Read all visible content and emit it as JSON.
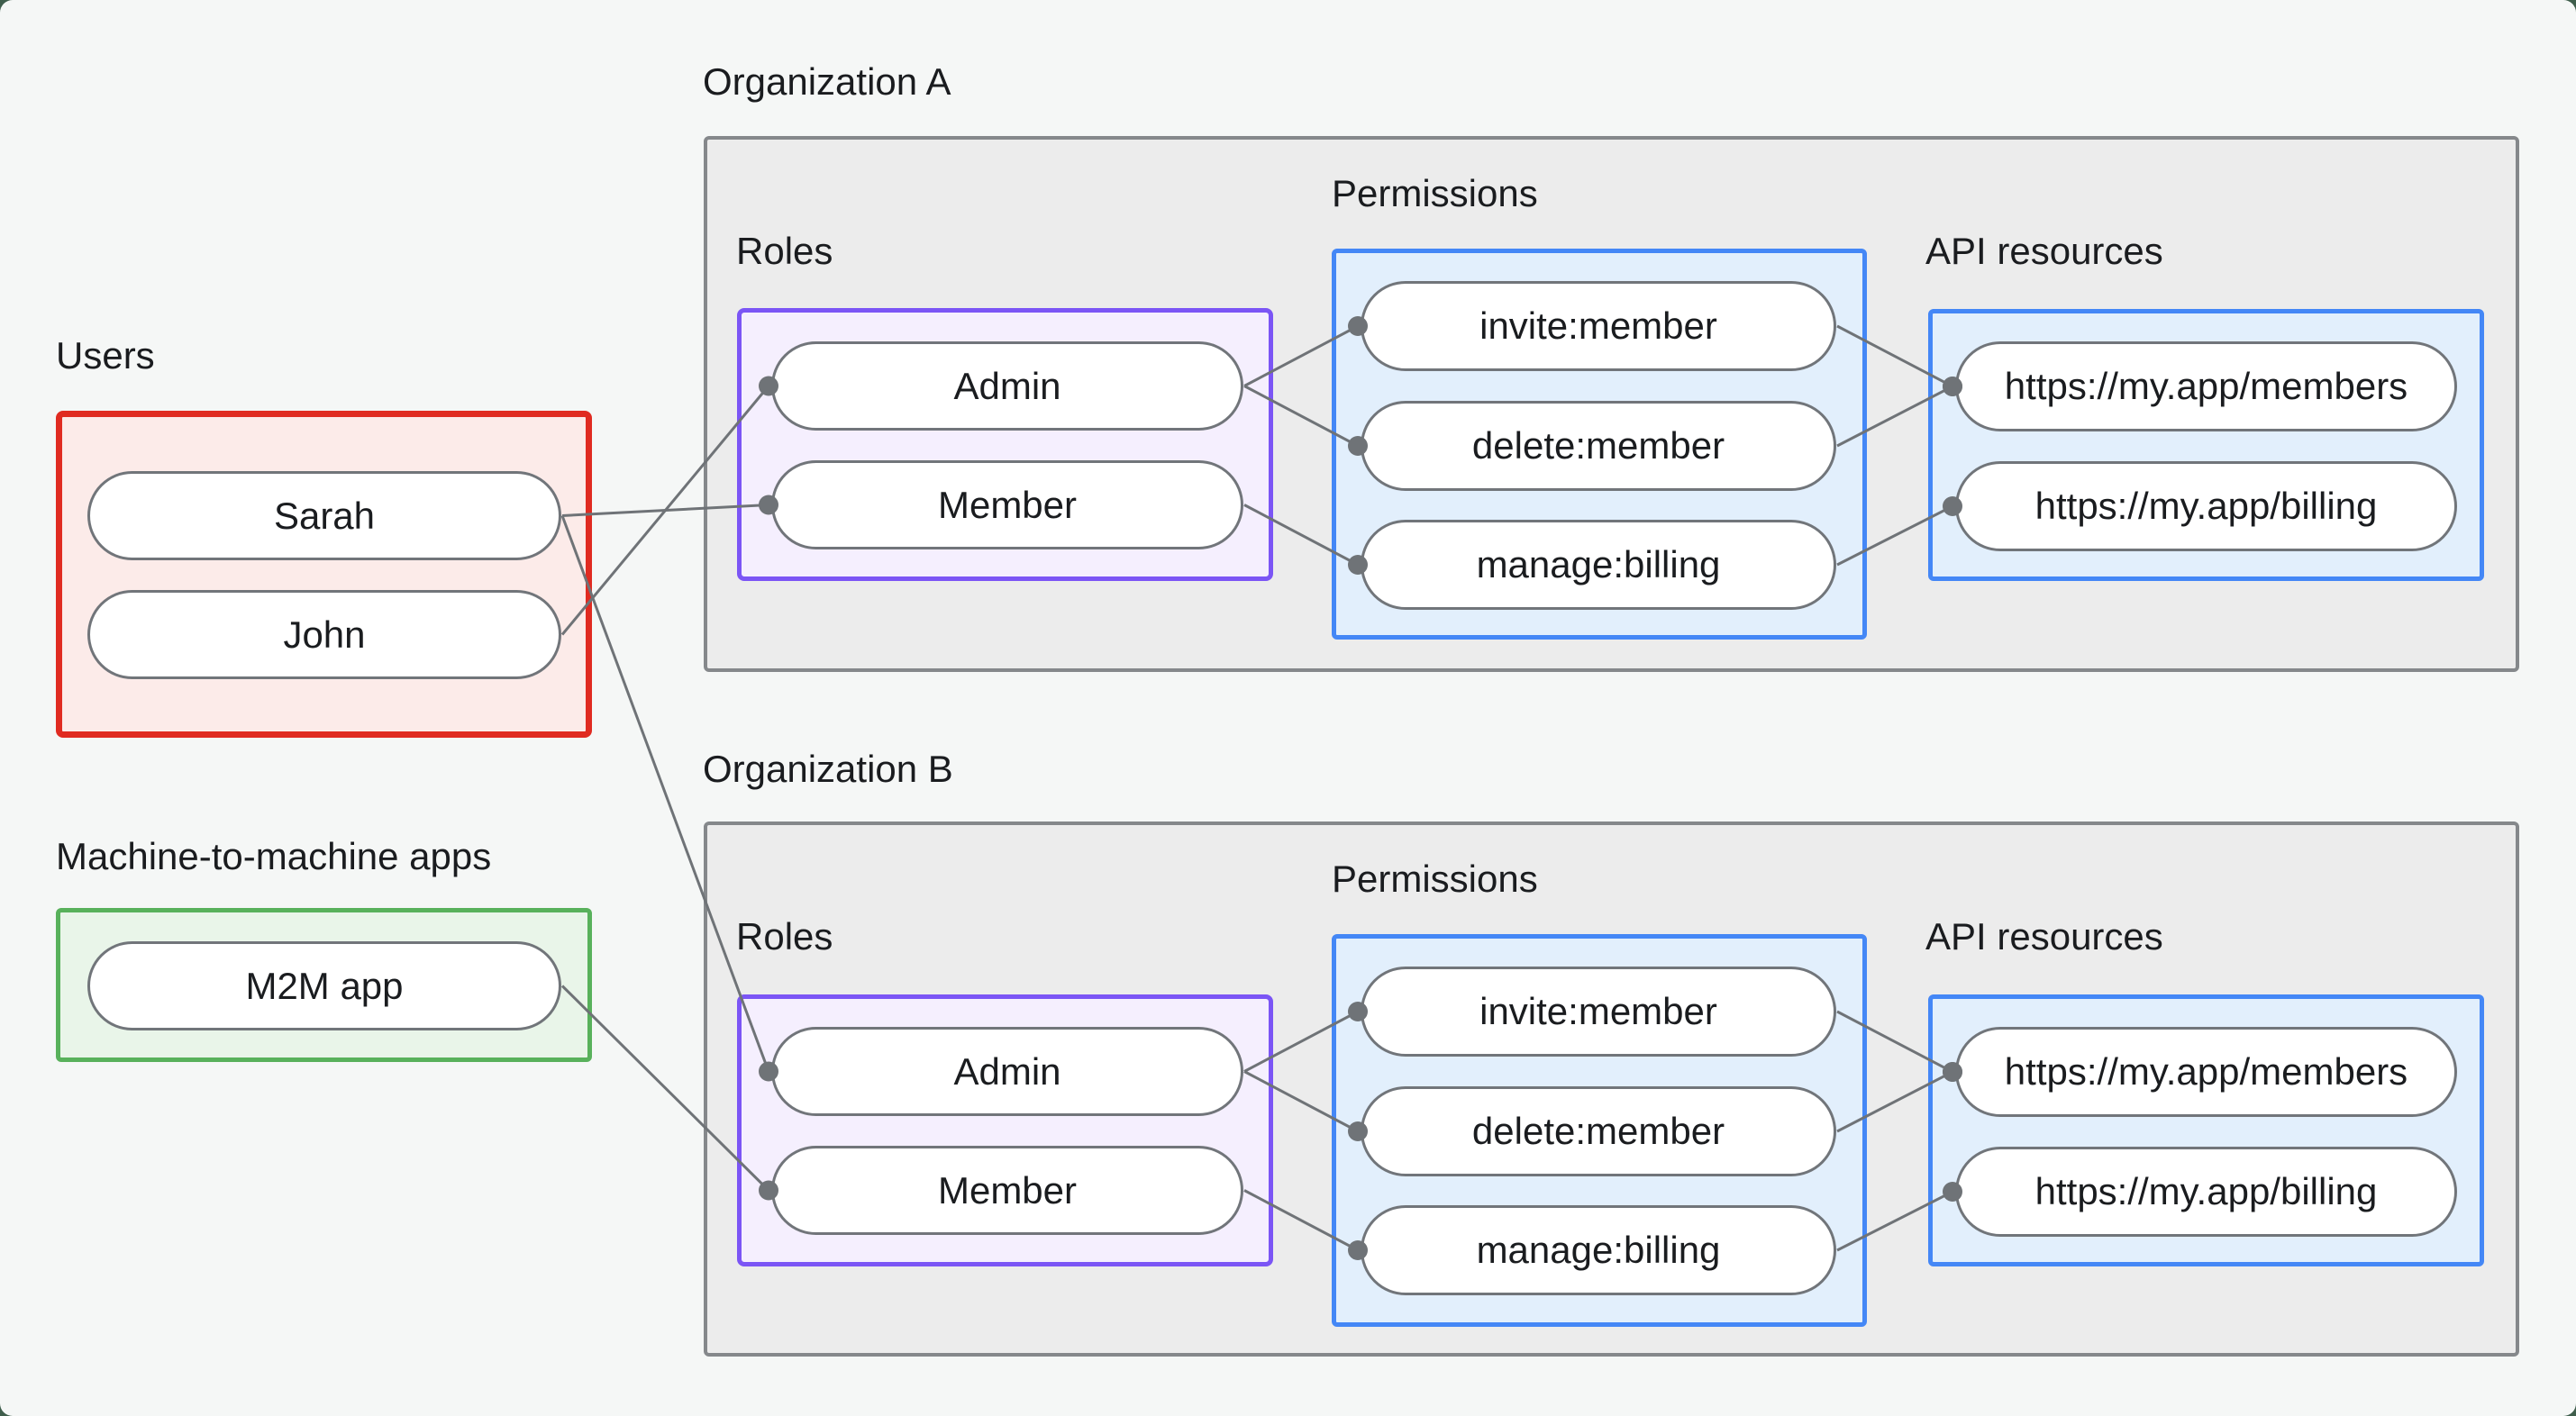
{
  "palette": {
    "background": "#f5f7f6",
    "corner_backdrop": "#3f5e4c",
    "org_fill": "#ececec",
    "org_border": "#85888b",
    "users_fill": "#fcebe9",
    "users_border": "#e02b21",
    "m2m_fill": "#e9f5e9",
    "m2m_border": "#58b15b",
    "roles_fill": "#f5effe",
    "roles_border": "#7b55f5",
    "permissions_fill": "#e2effc",
    "permissions_border": "#4487f6",
    "pill_fill": "#ffffff",
    "pill_border": "#71757a",
    "connector": "#6f7377",
    "text": "#1a1c1f"
  },
  "groups": {
    "users": {
      "label": "Users",
      "items": [
        {
          "id": "sarah",
          "label": "Sarah"
        },
        {
          "id": "john",
          "label": "John"
        }
      ]
    },
    "m2m": {
      "label": "Machine-to-machine apps",
      "items": [
        {
          "id": "m2m-app",
          "label": "M2M app"
        }
      ]
    },
    "orgs": [
      {
        "id": "org-a",
        "label": "Organization A",
        "roles": {
          "label": "Roles",
          "items": [
            {
              "id": "org-a-admin",
              "label": "Admin"
            },
            {
              "id": "org-a-member",
              "label": "Member"
            }
          ]
        },
        "permissions": {
          "label": "Permissions",
          "items": [
            {
              "id": "org-a-invite",
              "label": "invite:member"
            },
            {
              "id": "org-a-delete",
              "label": "delete:member"
            },
            {
              "id": "org-a-manage",
              "label": "manage:billing"
            }
          ]
        },
        "api": {
          "label": "API resources",
          "items": [
            {
              "id": "org-a-members-api",
              "label": "https://my.app/members"
            },
            {
              "id": "org-a-billing-api",
              "label": "https://my.app/billing"
            }
          ]
        }
      },
      {
        "id": "org-b",
        "label": "Organization B",
        "roles": {
          "label": "Roles",
          "items": [
            {
              "id": "org-b-admin",
              "label": "Admin"
            },
            {
              "id": "org-b-member",
              "label": "Member"
            }
          ]
        },
        "permissions": {
          "label": "Permissions",
          "items": [
            {
              "id": "org-b-invite",
              "label": "invite:member"
            },
            {
              "id": "org-b-delete",
              "label": "delete:member"
            },
            {
              "id": "org-b-manage",
              "label": "manage:billing"
            }
          ]
        },
        "api": {
          "label": "API resources",
          "items": [
            {
              "id": "org-b-members-api",
              "label": "https://my.app/members"
            },
            {
              "id": "org-b-billing-api",
              "label": "https://my.app/billing"
            }
          ]
        }
      }
    ]
  },
  "connections": [
    {
      "from": "sarah",
      "to": "org-a-member"
    },
    {
      "from": "john",
      "to": "org-a-admin"
    },
    {
      "from": "sarah",
      "to": "org-b-admin"
    },
    {
      "from": "m2m-app",
      "to": "org-b-member"
    },
    {
      "from": "org-a-admin",
      "to": "org-a-invite"
    },
    {
      "from": "org-a-admin",
      "to": "org-a-delete"
    },
    {
      "from": "org-a-member",
      "to": "org-a-manage"
    },
    {
      "from": "org-a-invite",
      "to": "org-a-members-api"
    },
    {
      "from": "org-a-delete",
      "to": "org-a-members-api"
    },
    {
      "from": "org-a-manage",
      "to": "org-a-billing-api"
    },
    {
      "from": "org-b-admin",
      "to": "org-b-invite"
    },
    {
      "from": "org-b-admin",
      "to": "org-b-delete"
    },
    {
      "from": "org-b-member",
      "to": "org-b-manage"
    },
    {
      "from": "org-b-invite",
      "to": "org-b-members-api"
    },
    {
      "from": "org-b-delete",
      "to": "org-b-members-api"
    },
    {
      "from": "org-b-manage",
      "to": "org-b-billing-api"
    }
  ]
}
